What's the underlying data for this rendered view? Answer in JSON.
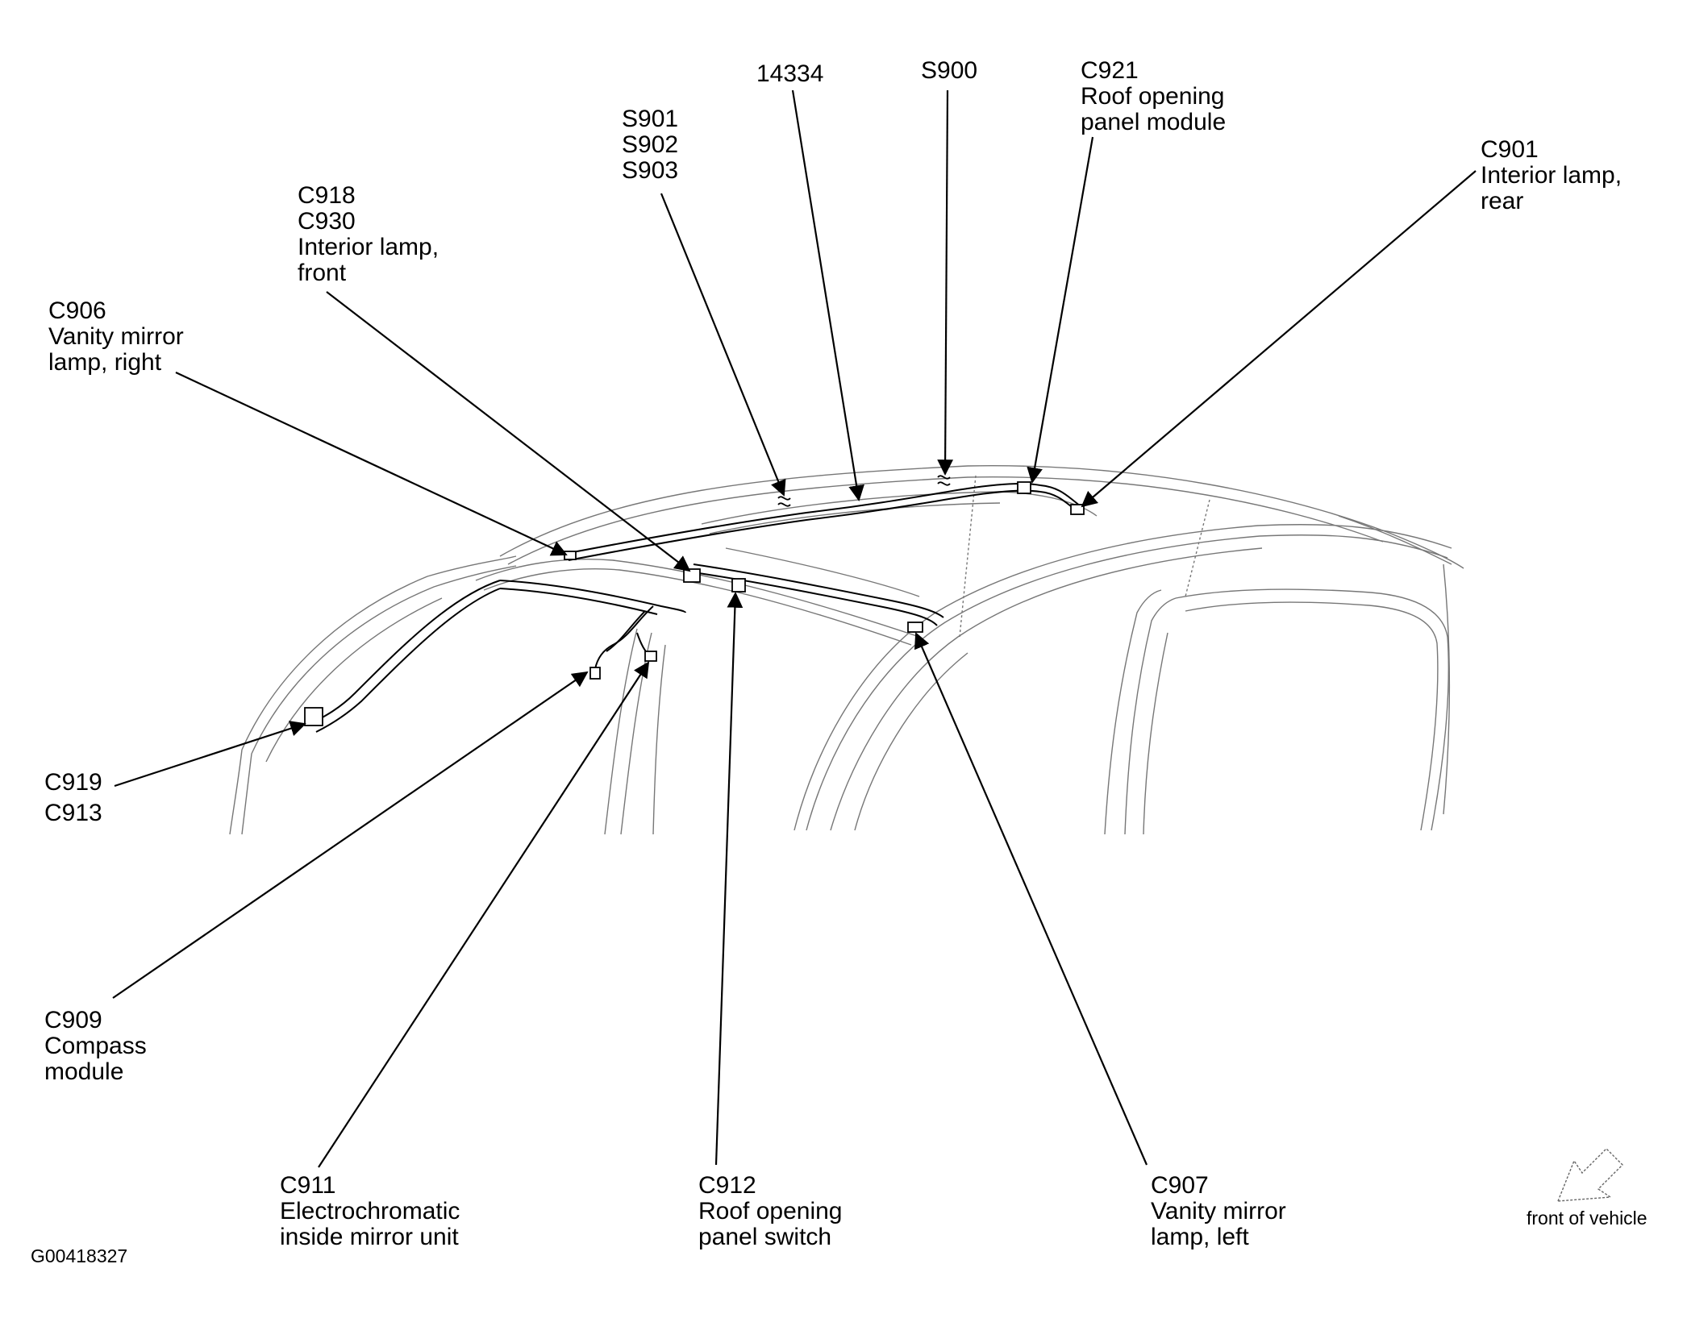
{
  "figure_id": "G00418327",
  "orientation_label": "front of vehicle",
  "callouts": {
    "c_14334": [
      "14334"
    ],
    "s900": [
      "S900"
    ],
    "c921": [
      "C921",
      "Roof opening",
      "panel module"
    ],
    "c901": [
      "C901",
      "Interior lamp,",
      "rear"
    ],
    "s901": [
      "S901",
      "S902",
      "S903"
    ],
    "c918": [
      "C918",
      "C930",
      "Interior lamp,",
      "front"
    ],
    "c906": [
      "C906",
      "Vanity mirror",
      "lamp, right"
    ],
    "c919": [
      "C919"
    ],
    "c913": [
      "C913"
    ],
    "c909": [
      "C909",
      "Compass",
      "module"
    ],
    "c911": [
      "C911",
      "Electrochromatic",
      "inside mirror unit"
    ],
    "c912": [
      "C912",
      "Roof opening",
      "panel switch"
    ],
    "c907": [
      "C907",
      "Vanity mirror",
      "lamp, left"
    ]
  }
}
